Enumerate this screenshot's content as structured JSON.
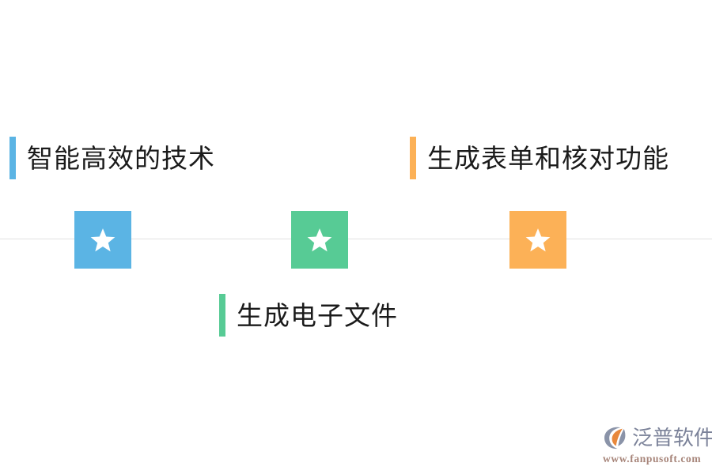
{
  "slide": {
    "background_color": "#FFFFFF",
    "timeline": {
      "rule_color": "#E2E2E2",
      "nodes": [
        {
          "id": "tech",
          "icon": "star-icon",
          "color": "#5BB4E4"
        },
        {
          "id": "efile",
          "icon": "star-icon",
          "color": "#57CB95"
        },
        {
          "id": "form",
          "icon": "star-icon",
          "color": "#FCB157"
        }
      ]
    },
    "captions": [
      {
        "id": "tech",
        "label": "智能高效的技术",
        "accent_color": "#5BB4E4"
      },
      {
        "id": "form",
        "label": "生成表单和核对功能",
        "accent_color": "#FCB157"
      },
      {
        "id": "efile",
        "label": "生成电子文件",
        "accent_color": "#57CB95"
      }
    ]
  },
  "brand": {
    "mark": "fanpu-logo-icon",
    "name": "泛普软件",
    "url": "www.fanpusoft.com",
    "name_color": "#7B8299",
    "url_color": "#A7857A",
    "mark_colors": {
      "ring": "#8A93A8",
      "petal": "#E8883C"
    }
  }
}
